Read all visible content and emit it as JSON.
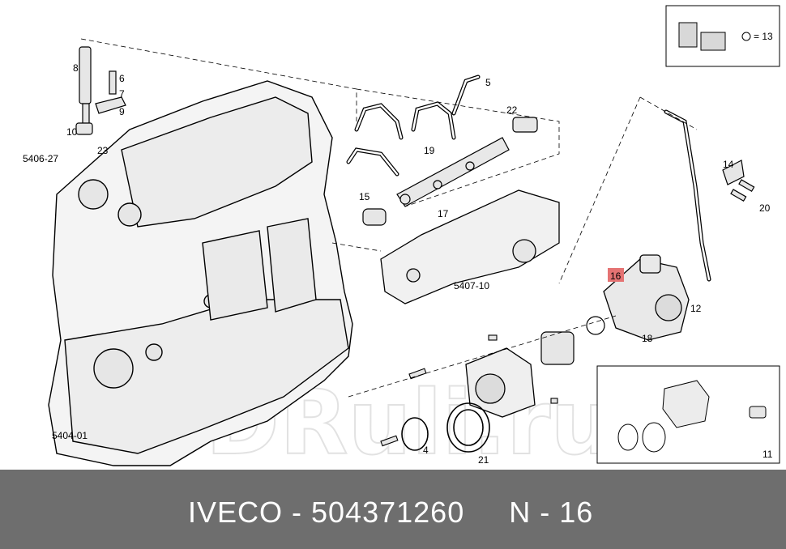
{
  "footer": {
    "label": "IVECO - 504371260     N - 16"
  },
  "watermark": "ODRuli.ru",
  "legend": {
    "text": "= 13"
  },
  "callouts": {
    "c8": "8",
    "c6": "6",
    "c7": "7",
    "c9": "9",
    "c10": "10",
    "c23": "23",
    "c540627": "5406-27",
    "c5": "5",
    "c22": "22",
    "c19": "19",
    "c15": "15",
    "c17": "17",
    "c14": "14",
    "c20": "20",
    "c540710": "5407-10",
    "c16": "16",
    "c12": "12",
    "c18": "18",
    "c5404": "5404-01",
    "c4": "4",
    "c21": "21",
    "c11": "11"
  },
  "colors": {
    "footer_bg": "#6e6e6e",
    "highlight": "#e57373",
    "line": "#000000"
  }
}
